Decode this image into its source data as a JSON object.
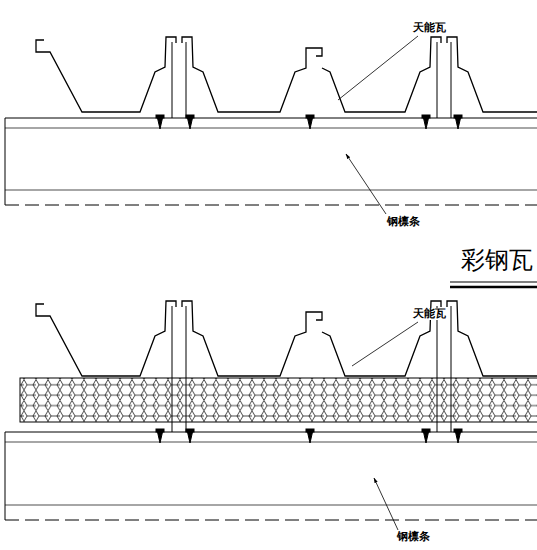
{
  "diagram": {
    "labels": [
      "天能瓦",
      "钢檩条",
      "彩钢瓦",
      "天能瓦",
      "钢檩条"
    ]
  }
}
